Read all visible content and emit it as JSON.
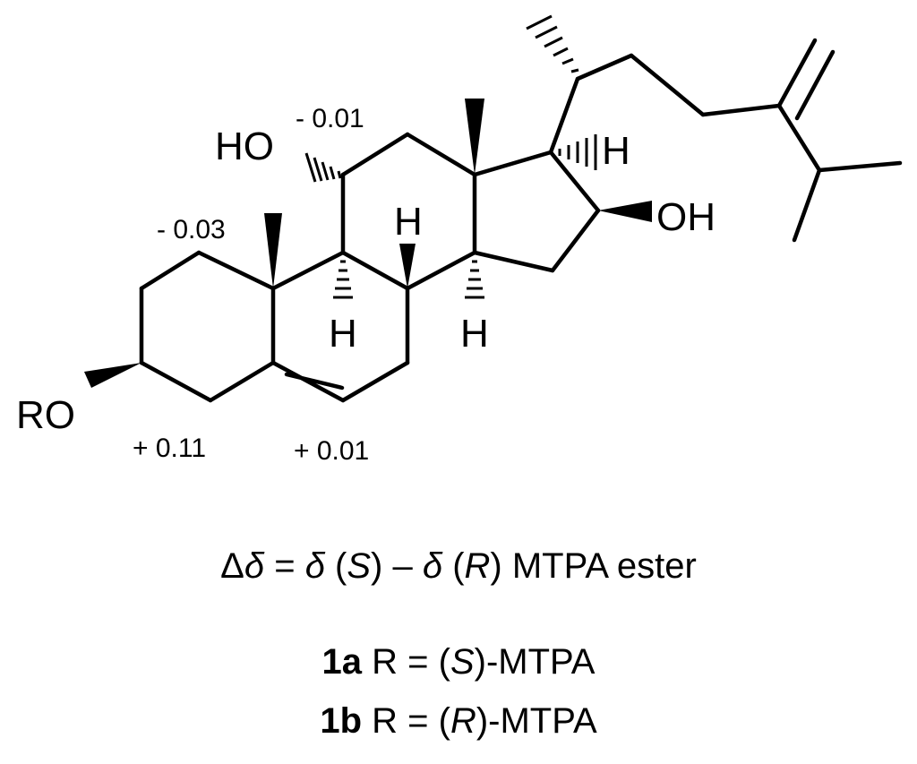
{
  "atoms": {
    "ho_11": "HO",
    "oh_16": "OH",
    "ro_3": "RO",
    "h_17": "H",
    "h_8_top": "H",
    "h_9_bottom": "H",
    "h_14_bottom": "H"
  },
  "delta_labels": {
    "c11": "- 0.01",
    "c1": "- 0.03",
    "c4": "+ 0.11",
    "c6": "+ 0.01"
  },
  "equation": {
    "lhs": "Δ",
    "delta1": "δ",
    "eq": " = ",
    "delta2": "δ",
    "open1": " (",
    "s": "S",
    "close1": ")",
    "minus": " – ",
    "delta3": "δ",
    "open2": " (",
    "r": "R",
    "close2": ")",
    "tail": " MTPA ester"
  },
  "compounds": [
    {
      "id": "1a",
      "prefix": " R = (",
      "config": "S",
      "suffix": ")-MTPA"
    },
    {
      "id": "1b",
      "prefix": " R = (",
      "config": "R",
      "suffix": ")-MTPA"
    }
  ]
}
